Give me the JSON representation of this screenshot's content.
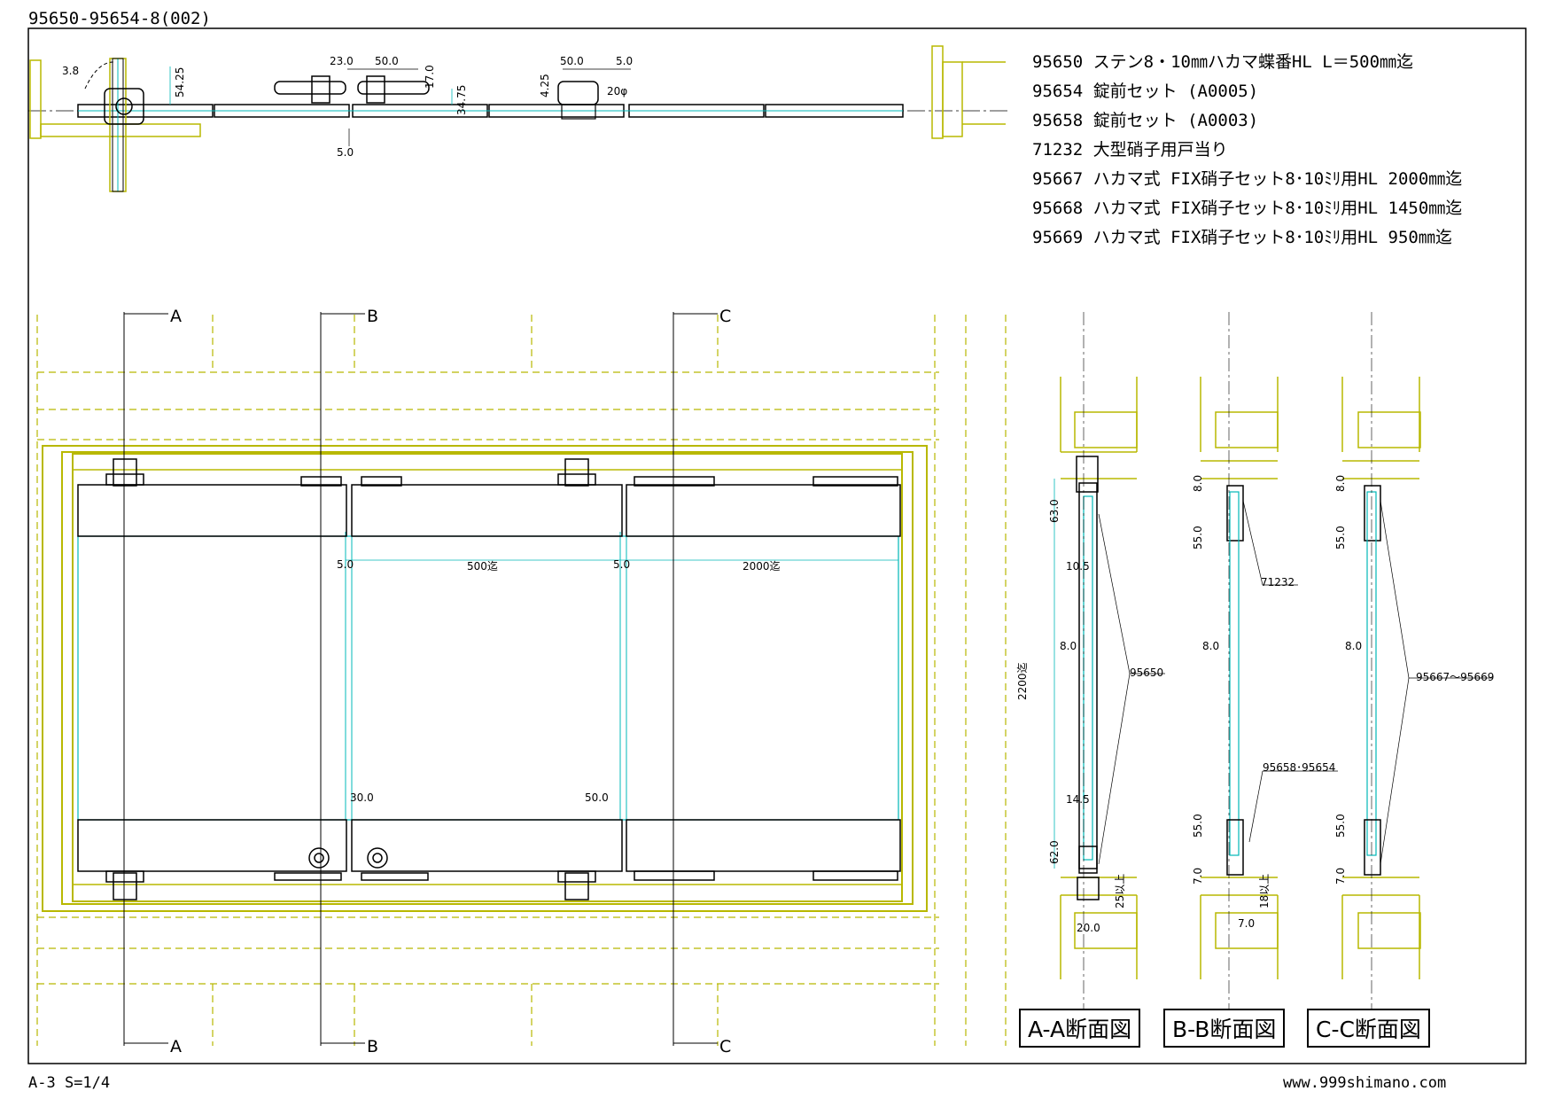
{
  "header": {
    "drawing_id": "95650-95654-8(002)"
  },
  "specs": [
    "95650 ステン8・10㎜ハカマ蝶番HL L＝500㎜迄",
    "95654 錠前セット (A0005)",
    "95658 錠前セット (A0003)",
    "71232 大型硝子用戸当り",
    "95667 ハカマ式 FIX硝子セット8･10ﾐﾘ用HL 2000㎜迄",
    "95668 ハカマ式 FIX硝子セット8･10ﾐﾘ用HL 1450㎜迄",
    "95669 ハカマ式 FIX硝子セット8･10ﾐﾘ用HL 950㎜迄"
  ],
  "plan_dims": {
    "d1": "3.8",
    "d2": "54.25",
    "d3": "23.0",
    "d4": "50.0",
    "d5": "17.0",
    "d6": "34.75",
    "d7": "5.0",
    "d8": "50.0",
    "d9": "5.0",
    "d10": "4.25",
    "d11": "20φ"
  },
  "elev_dims": {
    "gap_left": "5.0",
    "width_door": "500迄",
    "gap_right": "5.0",
    "width_fix": "2000迄",
    "bottom_left": "30.0",
    "bottom_right": "50.0",
    "height": "2200迄"
  },
  "section_labels": {
    "a": "A",
    "b": "B",
    "c": "C"
  },
  "section_dims": {
    "a_63": "63.0",
    "a_105": "10.5",
    "a_8": "8.0",
    "a_145": "14.5",
    "a_62": "62.0",
    "a_25": "25以上",
    "a_20": "20.0",
    "a_part": "95650",
    "b_8": "8.0",
    "b_55": "55.0",
    "b_part1": "71232",
    "b_8b": "8.0",
    "b_part2": "95658･95654",
    "b_55b": "55.0",
    "b_7": "7.0",
    "b_18": "18以上",
    "b_70": "7.0",
    "c_8": "8.0",
    "c_55": "55.0",
    "c_8b": "8.0",
    "c_part": "95667～95669",
    "c_55b": "55.0",
    "c_7": "7.0"
  },
  "section_titles": [
    "A-A断面図",
    "B-B断面図",
    "C-C断面図"
  ],
  "footer": {
    "scale": "A-3 S=1/4",
    "url": "www.999shimano.com"
  },
  "colors": {
    "frame": "#b8b800",
    "glass": "#00b8b8",
    "line": "#000000"
  }
}
